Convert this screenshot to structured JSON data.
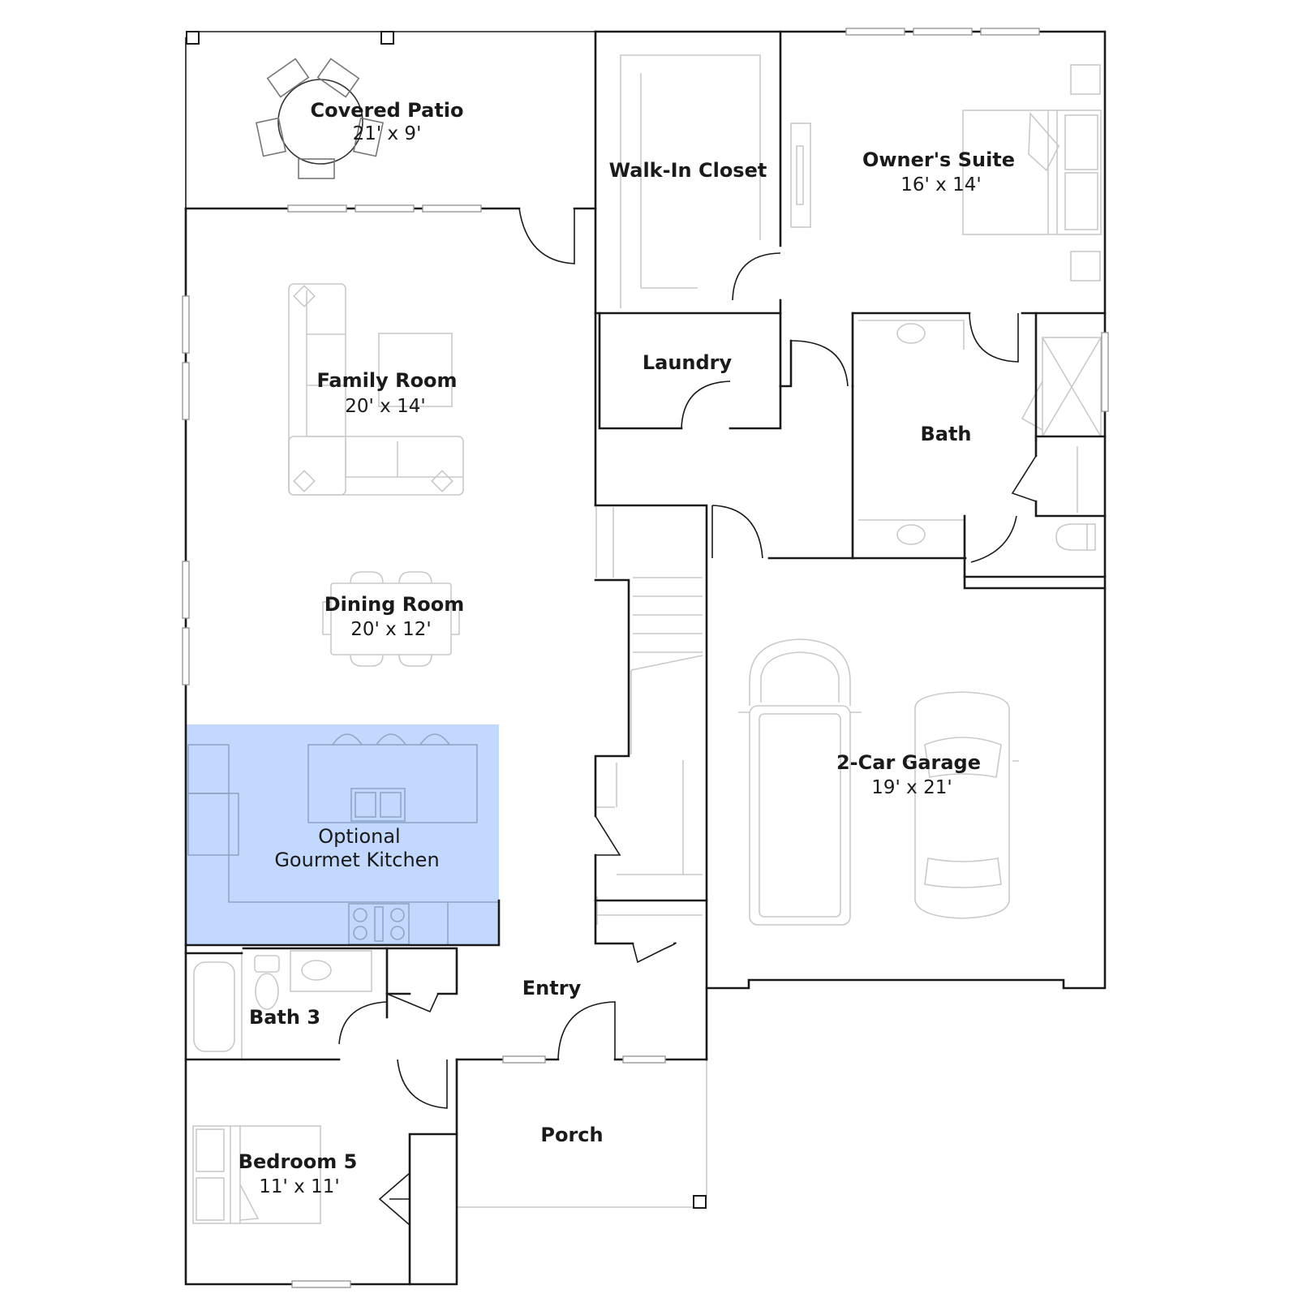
{
  "plan": {
    "highlight_color": "#c2d8ff",
    "rooms": {
      "covered_patio": {
        "name": "Covered Patio",
        "dims": "21' x 9'"
      },
      "walk_in_closet": {
        "name": "Walk-In Closet"
      },
      "owners_suite": {
        "name": "Owner's Suite",
        "dims": "16' x 14'"
      },
      "laundry": {
        "name": "Laundry"
      },
      "family_room": {
        "name": "Family Room",
        "dims": "20' x 14'"
      },
      "bath": {
        "name": "Bath"
      },
      "dining_room": {
        "name": "Dining Room",
        "dims": "20' x 12'"
      },
      "garage": {
        "name": "2-Car Garage",
        "dims": "19' x 21'"
      },
      "kitchen": {
        "line1": "Optional",
        "line2": "Gourmet Kitchen"
      },
      "entry": {
        "name": "Entry"
      },
      "bath_3": {
        "name": "Bath 3"
      },
      "porch": {
        "name": "Porch"
      },
      "bedroom_5": {
        "name": "Bedroom 5",
        "dims": "11' x 11'"
      }
    }
  }
}
